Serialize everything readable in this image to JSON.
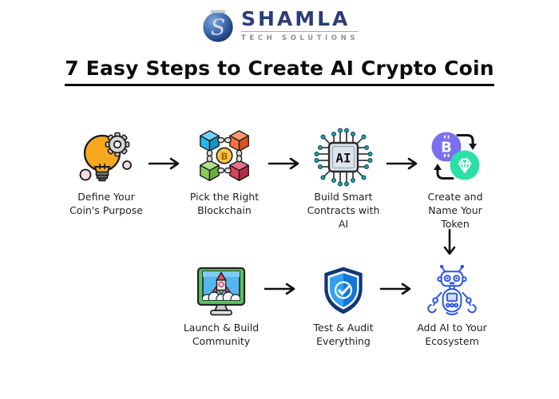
{
  "logo": {
    "brand": "SHAMLA",
    "tagline": "TECH SOLUTIONS",
    "monogram": "S"
  },
  "title": "7 Easy Steps to Create AI Crypto Coin",
  "icons": {
    "ai_chip_text": "AI",
    "coin_letter": "B",
    "token_letter": "B"
  },
  "steps": [
    {
      "id": 1,
      "icon": "idea-bulb-gear-icon",
      "label": "Define Your\nCoin's Purpose"
    },
    {
      "id": 2,
      "icon": "blockchain-cubes-icon",
      "label": "Pick the Right\nBlockchain"
    },
    {
      "id": 3,
      "icon": "ai-chip-icon",
      "label": "Build Smart\nContracts with\nAI"
    },
    {
      "id": 4,
      "icon": "token-swap-icon",
      "label": "Create and\nName Your\nToken"
    },
    {
      "id": 5,
      "icon": "rocket-monitor-icon",
      "label": "Launch & Build\nCommunity"
    },
    {
      "id": 6,
      "icon": "shield-check-icon",
      "label": "Test & Audit\nEverything"
    },
    {
      "id": 7,
      "icon": "ai-robot-icon",
      "label": "Add AI to Your\nEcosystem"
    }
  ],
  "colors": {
    "brand_navy": "#2B3C7A",
    "tagline_gray": "#8E9094",
    "title_black": "#0C0C0C",
    "arrow_black": "#111111",
    "bulb_orange": "#F7A81F",
    "gear_gray": "#D6D6D6",
    "dot_pink": "#F7D9E7",
    "cube_cyan": "#29B6E8",
    "cube_orange": "#F4713B",
    "cube_green": "#8CCB5E",
    "cube_red": "#D84556",
    "coin_yellow": "#F6C445",
    "chip_body_gray": "#DEE5EC",
    "chip_pin_teal": "#23A8B8",
    "token_purple": "#7B6FF0",
    "token_green": "#2BE0A6",
    "monitor_green": "#5CC263",
    "screen_blue": "#55B5EC",
    "rocket_red": "#E8495F",
    "shield_navy": "#123778",
    "shield_blue_light": "#32A1F2",
    "shield_blue_dark": "#1377D4",
    "robot_blue": "#2F55E8"
  }
}
